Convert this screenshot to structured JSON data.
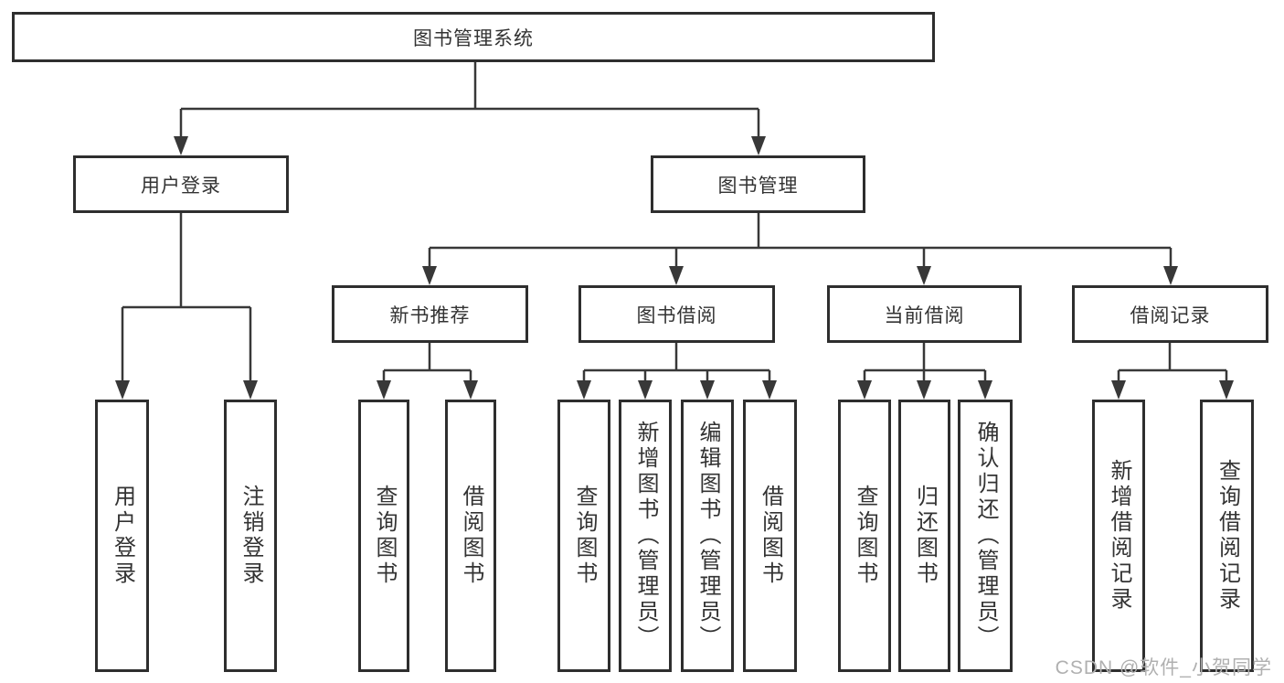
{
  "tree": {
    "label": "图书管理系统",
    "children": [
      {
        "label": "用户登录",
        "children": [
          {
            "label": "用户登录"
          },
          {
            "label": "注销登录"
          }
        ]
      },
      {
        "label": "图书管理",
        "children": [
          {
            "label": "新书推荐",
            "children": [
              {
                "label": "查询图书"
              },
              {
                "label": "借阅图书"
              }
            ]
          },
          {
            "label": "图书借阅",
            "children": [
              {
                "label": "查询图书"
              },
              {
                "label": "新增图书（管理员）"
              },
              {
                "label": "编辑图书（管理员）"
              },
              {
                "label": "借阅图书"
              }
            ]
          },
          {
            "label": "当前借阅",
            "children": [
              {
                "label": "查询图书"
              },
              {
                "label": "归还图书"
              },
              {
                "label": "确认归还（管理员）"
              }
            ]
          },
          {
            "label": "借阅记录",
            "children": [
              {
                "label": "新增借阅记录"
              },
              {
                "label": "查询借阅记录"
              }
            ]
          }
        ]
      }
    ]
  },
  "watermark": {
    "text": "CSDN @软件_小贺同学"
  },
  "colors": {
    "line": "#383838",
    "box_border": "#2e2e2e",
    "text": "#333333",
    "watermark": "#b0b0b0",
    "background": "#ffffff"
  }
}
